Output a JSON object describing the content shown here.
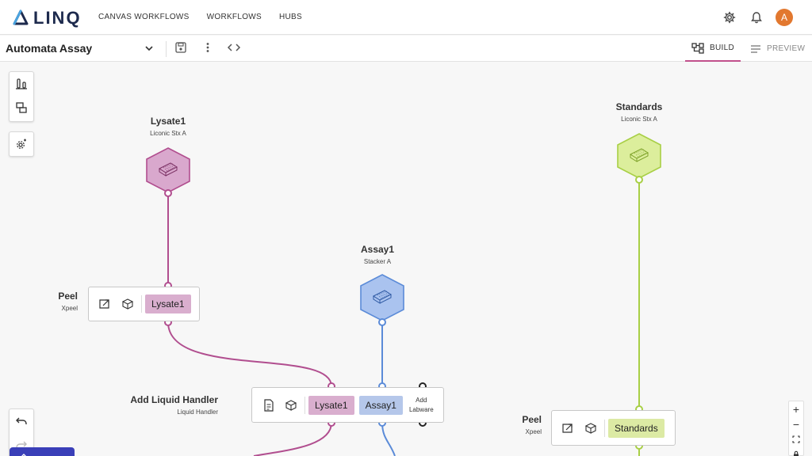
{
  "app": {
    "logo_text": "LINQ"
  },
  "nav": {
    "links": [
      "CANVAS WORKFLOWS",
      "WORKFLOWS",
      "HUBS"
    ],
    "avatar_initial": "A"
  },
  "toolbar": {
    "workflow_title": "Automata Assay",
    "tabs": {
      "build": "BUILD",
      "preview": "PREVIEW"
    }
  },
  "labware": [
    {
      "name": "Lysate1",
      "location": "Liconic Stx A",
      "color": "#d9a8cd"
    },
    {
      "name": "Assay1",
      "location": "Stacker A",
      "color": "#aac3ef"
    },
    {
      "name": "Standards",
      "location": "Liconic Stx A",
      "color": "#dcee9c"
    }
  ],
  "steps": [
    {
      "name": "Peel",
      "device": "Xpeel",
      "chip": "Lysate1"
    },
    {
      "name": "Add Liquid Handler",
      "device": "Liquid Handler",
      "chips": [
        "Lysate1",
        "Assay1"
      ],
      "add_label_1": "Add",
      "add_label_2": "Labware"
    },
    {
      "name": "Peel",
      "device": "Xpeel",
      "chip": "Standards"
    }
  ],
  "zoom": {
    "in": "+",
    "out": "−"
  },
  "colors": {
    "pink": "#b14e8f",
    "blue": "#5b8bd8",
    "green": "#a8cf45",
    "accent": "#c1508c"
  }
}
